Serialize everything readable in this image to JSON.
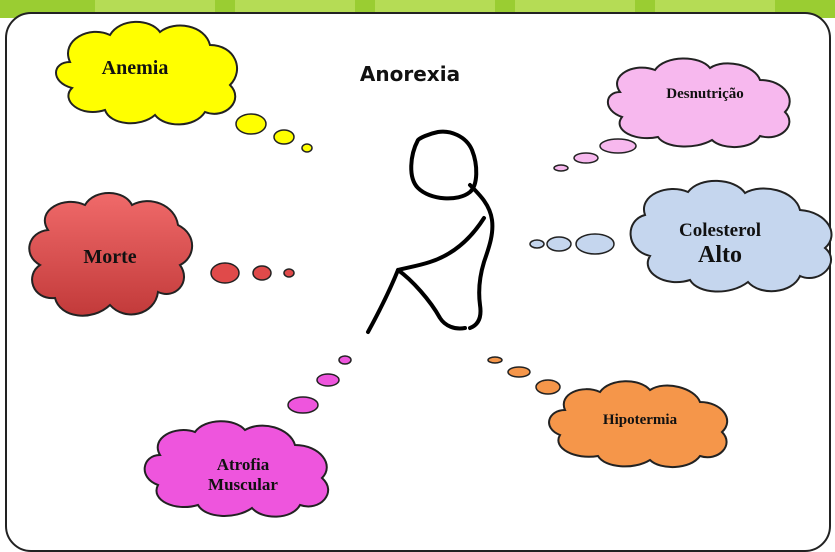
{
  "title": "Anorexia",
  "clouds": {
    "anemia": {
      "label": "Anemia",
      "color": "#ffff00"
    },
    "morte": {
      "label": "Morte",
      "color": "#e04a4a"
    },
    "atrofia": {
      "line1": "Atrofia",
      "line2": "Muscular",
      "color": "#ee55dd"
    },
    "desnutricao": {
      "label": "Desnutrição",
      "color": "#f7b8ee"
    },
    "colesterol": {
      "line1": "Colesterol",
      "line2": "Alto",
      "color": "#c5d6ee"
    },
    "hipotermia": {
      "label": "Hipotermia",
      "color": "#f5964a"
    }
  },
  "colors": {
    "background": "#ffffff",
    "topbar": "#9acd32",
    "outline": "#222222"
  }
}
